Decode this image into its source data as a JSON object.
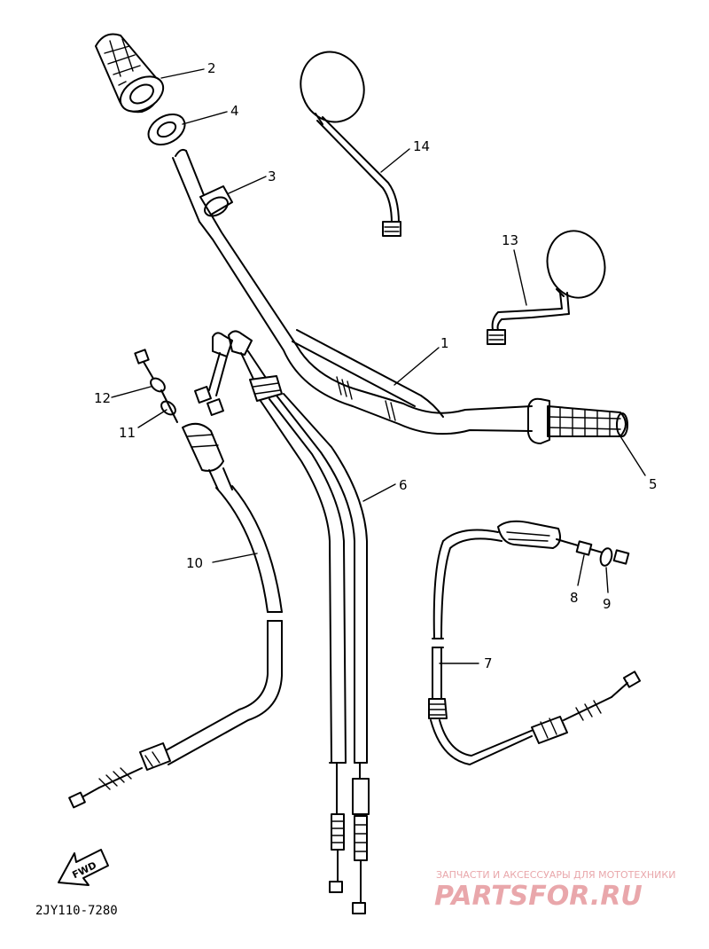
{
  "callouts": [
    {
      "id": "1",
      "text": "1"
    },
    {
      "id": "2",
      "text": "2"
    },
    {
      "id": "3",
      "text": "3"
    },
    {
      "id": "4",
      "text": "4"
    },
    {
      "id": "5",
      "text": "5"
    },
    {
      "id": "6",
      "text": "6"
    },
    {
      "id": "7",
      "text": "7"
    },
    {
      "id": "8",
      "text": "8"
    },
    {
      "id": "9",
      "text": "9"
    },
    {
      "id": "10",
      "text": "10"
    },
    {
      "id": "11",
      "text": "11"
    },
    {
      "id": "12",
      "text": "12"
    },
    {
      "id": "13",
      "text": "13"
    },
    {
      "id": "14",
      "text": "14"
    }
  ],
  "fwd_label": "FWD",
  "diagram_code": "2JY110-7280",
  "watermark": {
    "tagline": "ЗАПЧАСТИ И АКСЕССУАРЫ ДЛЯ МОТОТЕХНИКИ",
    "brand": "PARTSFOR.RU",
    "color": "#e9a7ab"
  }
}
